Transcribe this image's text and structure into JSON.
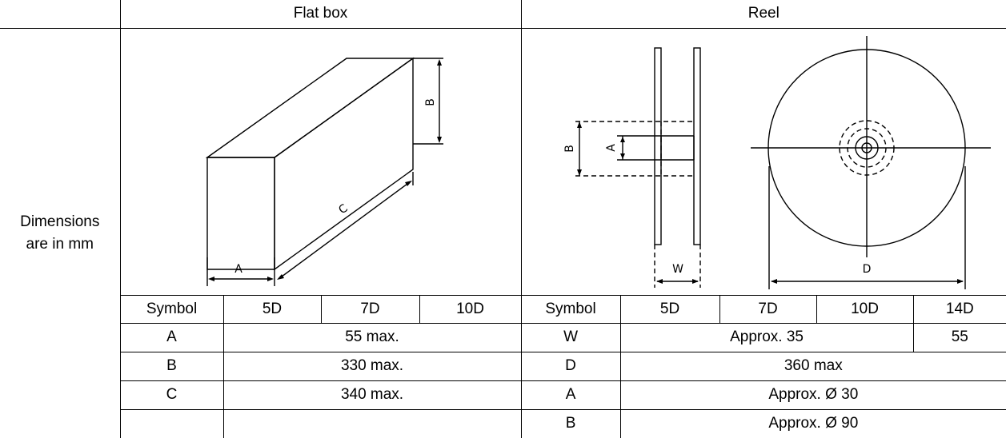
{
  "headers": {
    "flat_box": "Flat box",
    "reel": "Reel"
  },
  "dimension_label": {
    "line1": "Dimensions",
    "line2": "are in mm"
  },
  "flatbox_diagram_labels": {
    "a": "A",
    "b": "B",
    "c": "C"
  },
  "reel_diagram_labels": {
    "a": "A",
    "b": "B",
    "w": "W",
    "d": "D"
  },
  "flat_box_table": {
    "columns": [
      "Symbol",
      "5D",
      "7D",
      "10D"
    ],
    "rows": [
      {
        "symbol": "A",
        "value": "55 max."
      },
      {
        "symbol": "B",
        "value": "330 max."
      },
      {
        "symbol": "C",
        "value": "340 max."
      },
      {
        "symbol": "",
        "value": ""
      }
    ]
  },
  "reel_table": {
    "columns": [
      "Symbol",
      "5D",
      "7D",
      "10D",
      "14D"
    ],
    "rows": [
      {
        "symbol": "W",
        "value": "Approx. 35",
        "value_14d": "55"
      },
      {
        "symbol": "D",
        "value": "360 max"
      },
      {
        "symbol": "A",
        "value": "Approx. Ø 30"
      },
      {
        "symbol": "B",
        "value": "Approx. Ø 90"
      }
    ]
  }
}
